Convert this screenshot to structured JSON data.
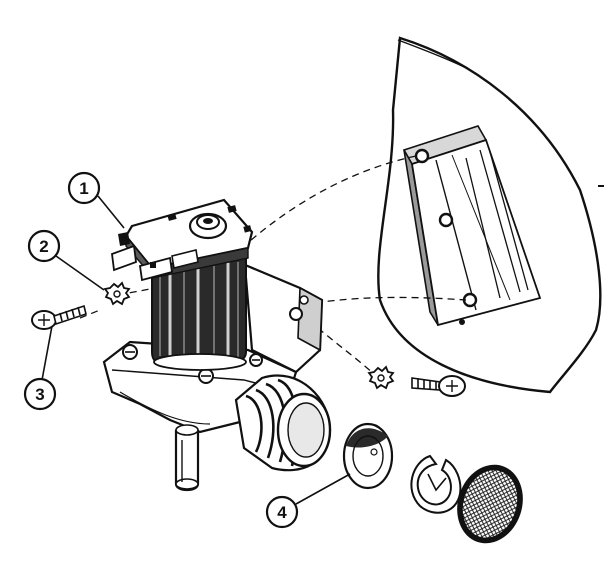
{
  "diagram": {
    "colors": {
      "ink": "#111111",
      "paper": "#ffffff",
      "shade": "#2a2a2a",
      "mid": "#6a6a6a",
      "light": "#bdbdbd"
    },
    "callouts": [
      {
        "id": "callout-1",
        "number": "1",
        "part": "solenoid-coil"
      },
      {
        "id": "callout-2",
        "number": "2",
        "part": "lock-washer"
      },
      {
        "id": "callout-3",
        "number": "3",
        "part": "mounting-screw"
      },
      {
        "id": "callout-4",
        "number": "4",
        "part": "flow-washer"
      }
    ]
  }
}
